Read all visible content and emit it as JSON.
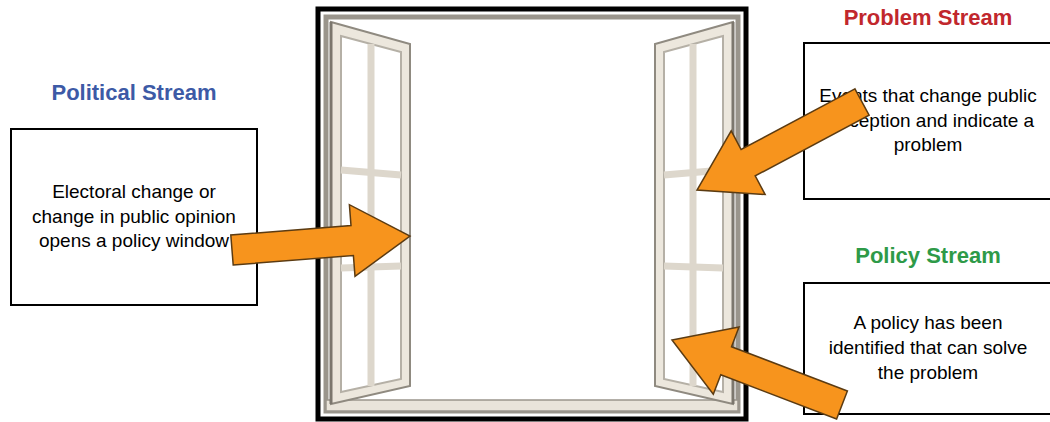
{
  "diagram": {
    "nodes": [
      {
        "text": [
          "Political Stream",
          "Electoral change or change in public opinion opens a policy window"
        ]
      },
      {
        "text": [
          "Problem Stream",
          "Events that change public perception and indicate a problem"
        ]
      },
      {
        "text": [
          "Policy Stream",
          "A policy has been identified that can solve the problem"
        ]
      }
    ]
  }
}
